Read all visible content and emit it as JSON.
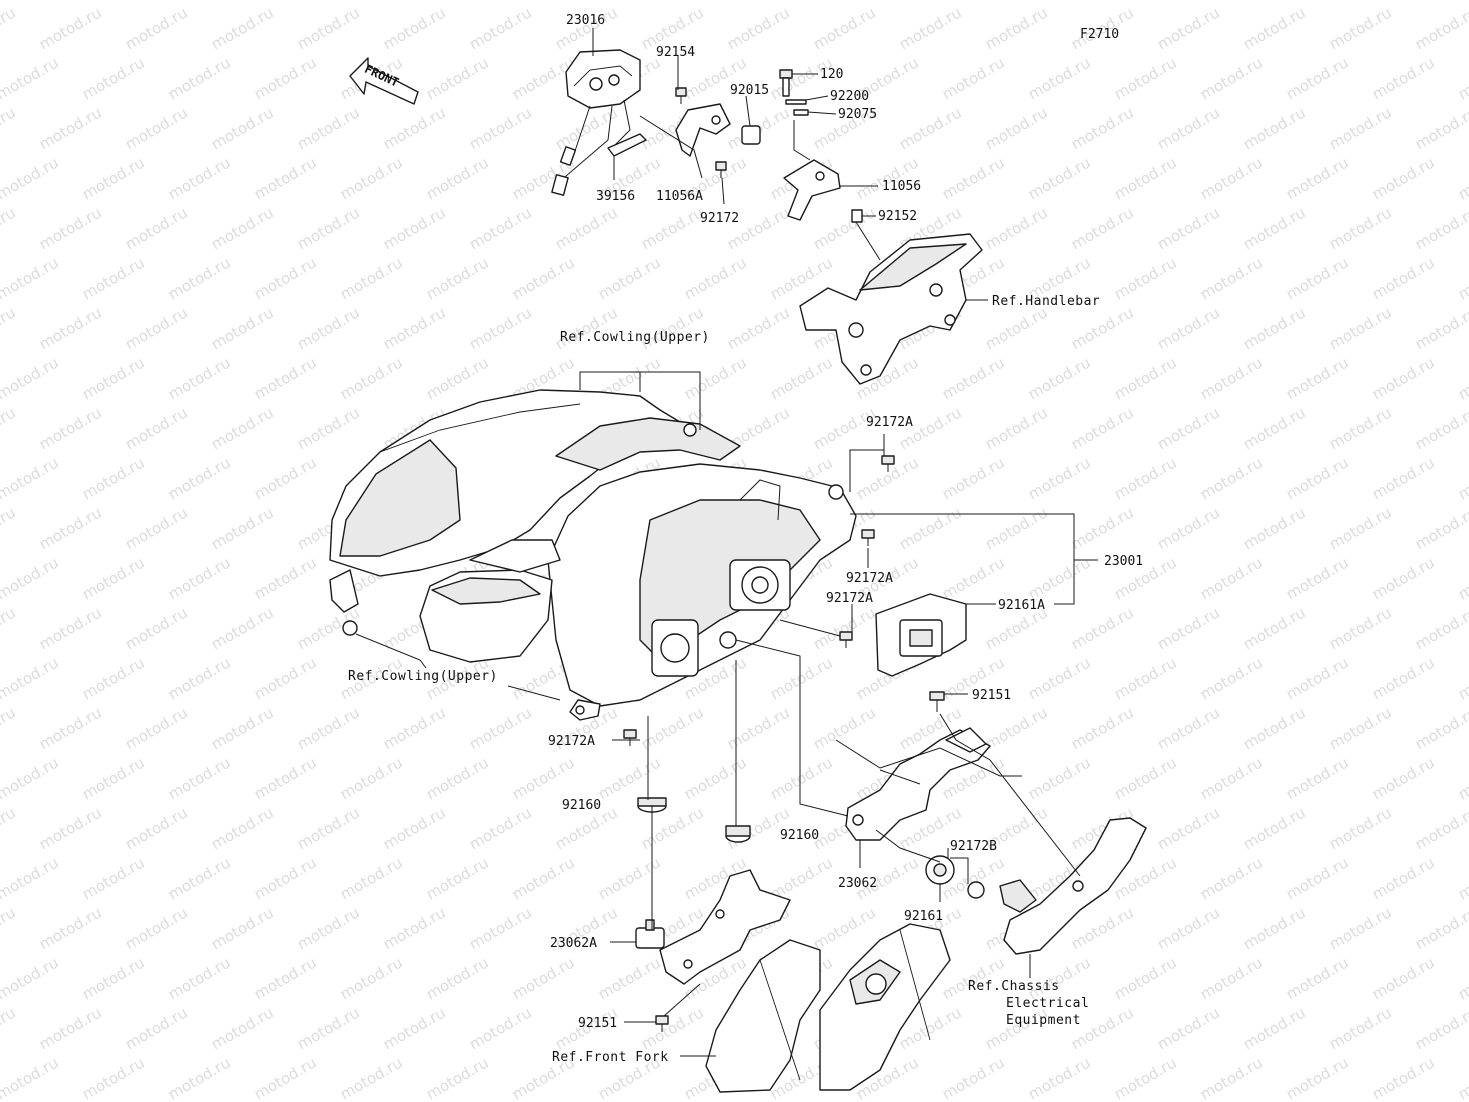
{
  "diagram": {
    "code": "F2710",
    "front_badge": "FRONT",
    "watermark_text": "motod.ru",
    "labels": {
      "p23016": "23016",
      "p92154": "92154",
      "p92015": "92015",
      "p120": "120",
      "p92200": "92200",
      "p92075": "92075",
      "p39156": "39156",
      "p11056A": "11056A",
      "p92172": "92172",
      "p11056": "11056",
      "p92152": "92152",
      "ref_handlebar": "Ref.Handlebar",
      "ref_cowling_upper_top": "Ref.Cowling(Upper)",
      "p92172A_top": "92172A",
      "p23001": "23001",
      "p92172A_mid1": "92172A",
      "p92172A_mid2": "92172A",
      "p92161A": "92161A",
      "ref_cowling_upper_left": "Ref.Cowling(Upper)",
      "p92151_right": "92151",
      "p92172A_bottom": "92172A",
      "p92160_left": "92160",
      "p92160_right": "92160",
      "p92172B": "92172B",
      "p23062": "23062",
      "p92161": "92161",
      "p23062A": "23062A",
      "ref_chassis_1": "Ref.Chassis",
      "ref_chassis_2": "Electrical",
      "ref_chassis_3": "Equipment",
      "p92151_bottom": "92151",
      "ref_front_fork": "Ref.Front Fork"
    }
  }
}
